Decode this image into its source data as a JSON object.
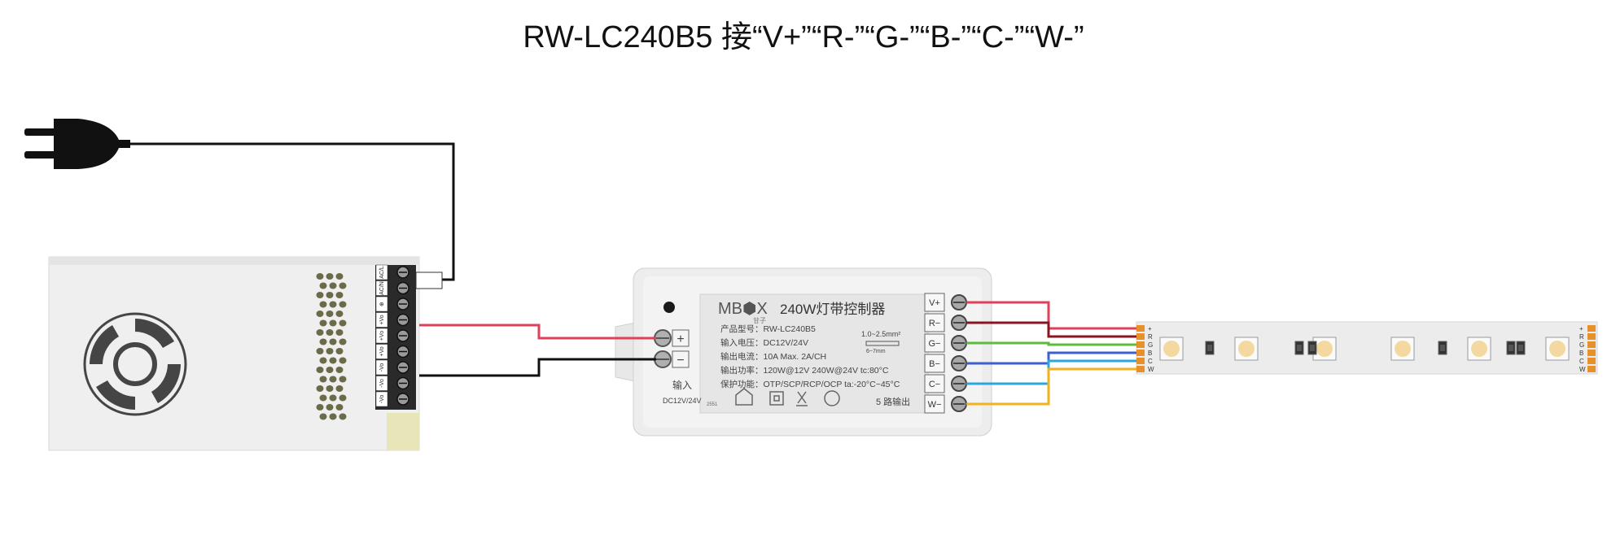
{
  "title": "RW-LC240B5 接“V+”“R-”“G-”“B-”“C-”“W-”",
  "psu": {
    "terminals": [
      "AC/L",
      "AC/N",
      "⊕",
      "+Vo",
      "+Vo",
      "+Vo",
      "-Vo",
      "-Vo",
      "-Vo"
    ]
  },
  "controller": {
    "brand": "MB⬢X",
    "brand_sub": "甘子",
    "name": "240W灯带控制器",
    "specs": [
      "产品型号：RW-LC240B5",
      "输入电压：DC12V/24V",
      "输出电流：10A  Max.  2A/CH",
      "输出功率：120W@12V   240W@24V   tc:80°C",
      "保护功能：OTP/SCP/RCP/OCP   ta:-20°C~45°C"
    ],
    "wire_spec": "1.0~2.5mm²",
    "strip_len": "6~7mm",
    "input_label": "输入",
    "input_voltage": "DC12V/24V",
    "output_label": "5 路输出",
    "serial": "2551",
    "input_terminals": [
      "+",
      "−"
    ],
    "output_terminals": [
      "V+",
      "R−",
      "G−",
      "B−",
      "C−",
      "W−"
    ]
  },
  "strip": {
    "pin_labels": [
      "+",
      "R",
      "G",
      "B",
      "C",
      "W"
    ]
  },
  "colors": {
    "wire_red": "#e0405a",
    "wire_black": "#111111",
    "wire_darkred": "#8a1420",
    "wire_green": "#5dbb3b",
    "wire_blue": "#3e5fd1",
    "wire_cyan": "#29a8e0",
    "wire_yellow": "#f2b21c"
  }
}
